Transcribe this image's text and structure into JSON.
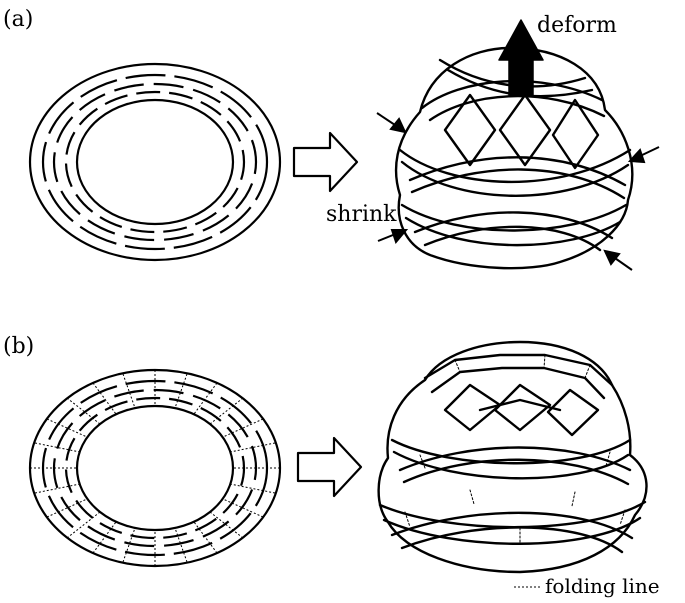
{
  "panels": {
    "a": {
      "label": "(a)",
      "deform": "deform",
      "shrink": "shrink"
    },
    "b": {
      "label": "(b)",
      "legend": "folding line"
    }
  },
  "colors": {
    "stroke": "#000000",
    "background": "#ffffff"
  }
}
